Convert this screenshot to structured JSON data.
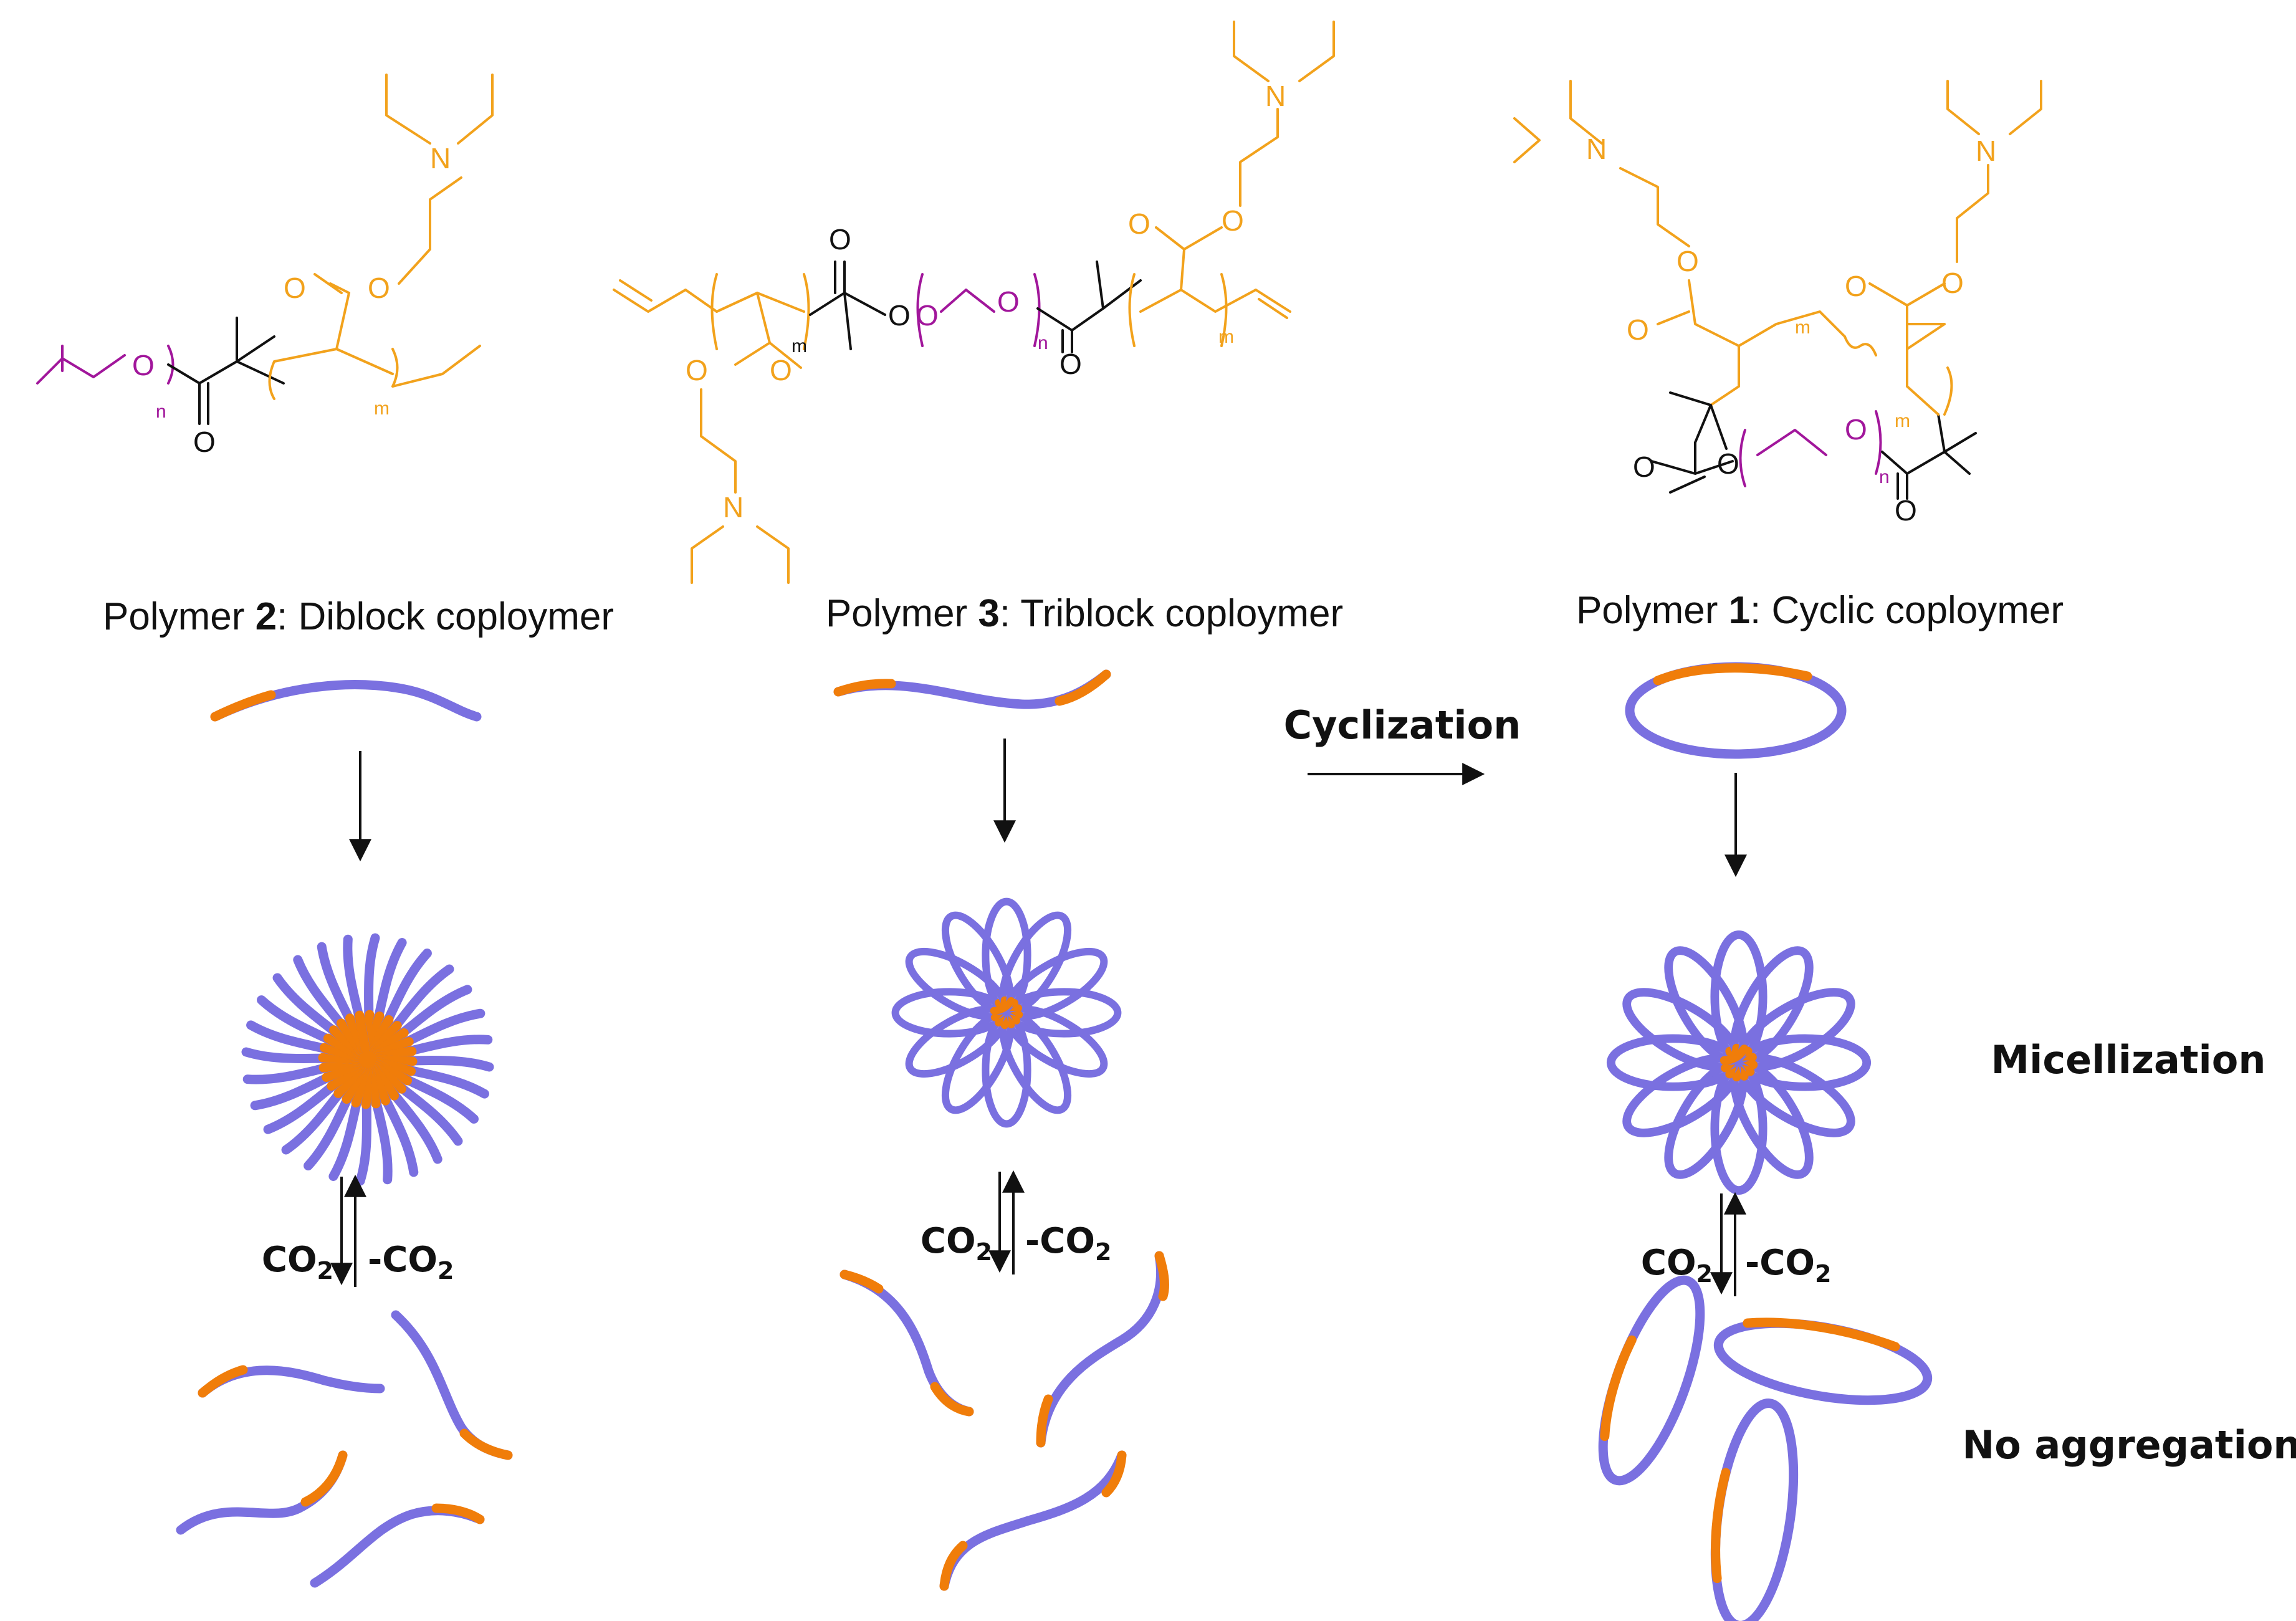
{
  "polymers": [
    {
      "prefix": "Polymer ",
      "number": "2",
      "suffix": ": Diblock coploymer"
    },
    {
      "prefix": "Polymer ",
      "number": "3",
      "suffix": ": Triblock coploymer"
    },
    {
      "prefix": "Polymer ",
      "number": "1",
      "suffix": ": Cyclic coploymer"
    }
  ],
  "process_labels": {
    "cyclization": "Cyclization",
    "micellization": "Micellization",
    "no_aggregation": "No aggregation"
  },
  "gas": {
    "co2": "CO",
    "subscript": "2",
    "minus_co2": "-CO"
  },
  "atoms": {
    "oxygen": "O",
    "nitrogen": "N",
    "n": "n",
    "m": "m"
  },
  "colors": {
    "peg_purple": "#a1169b",
    "amine_block_orange": "#f2a21c",
    "tube_purple": "#7a70e0",
    "tube_orange": "#f07d0a"
  }
}
